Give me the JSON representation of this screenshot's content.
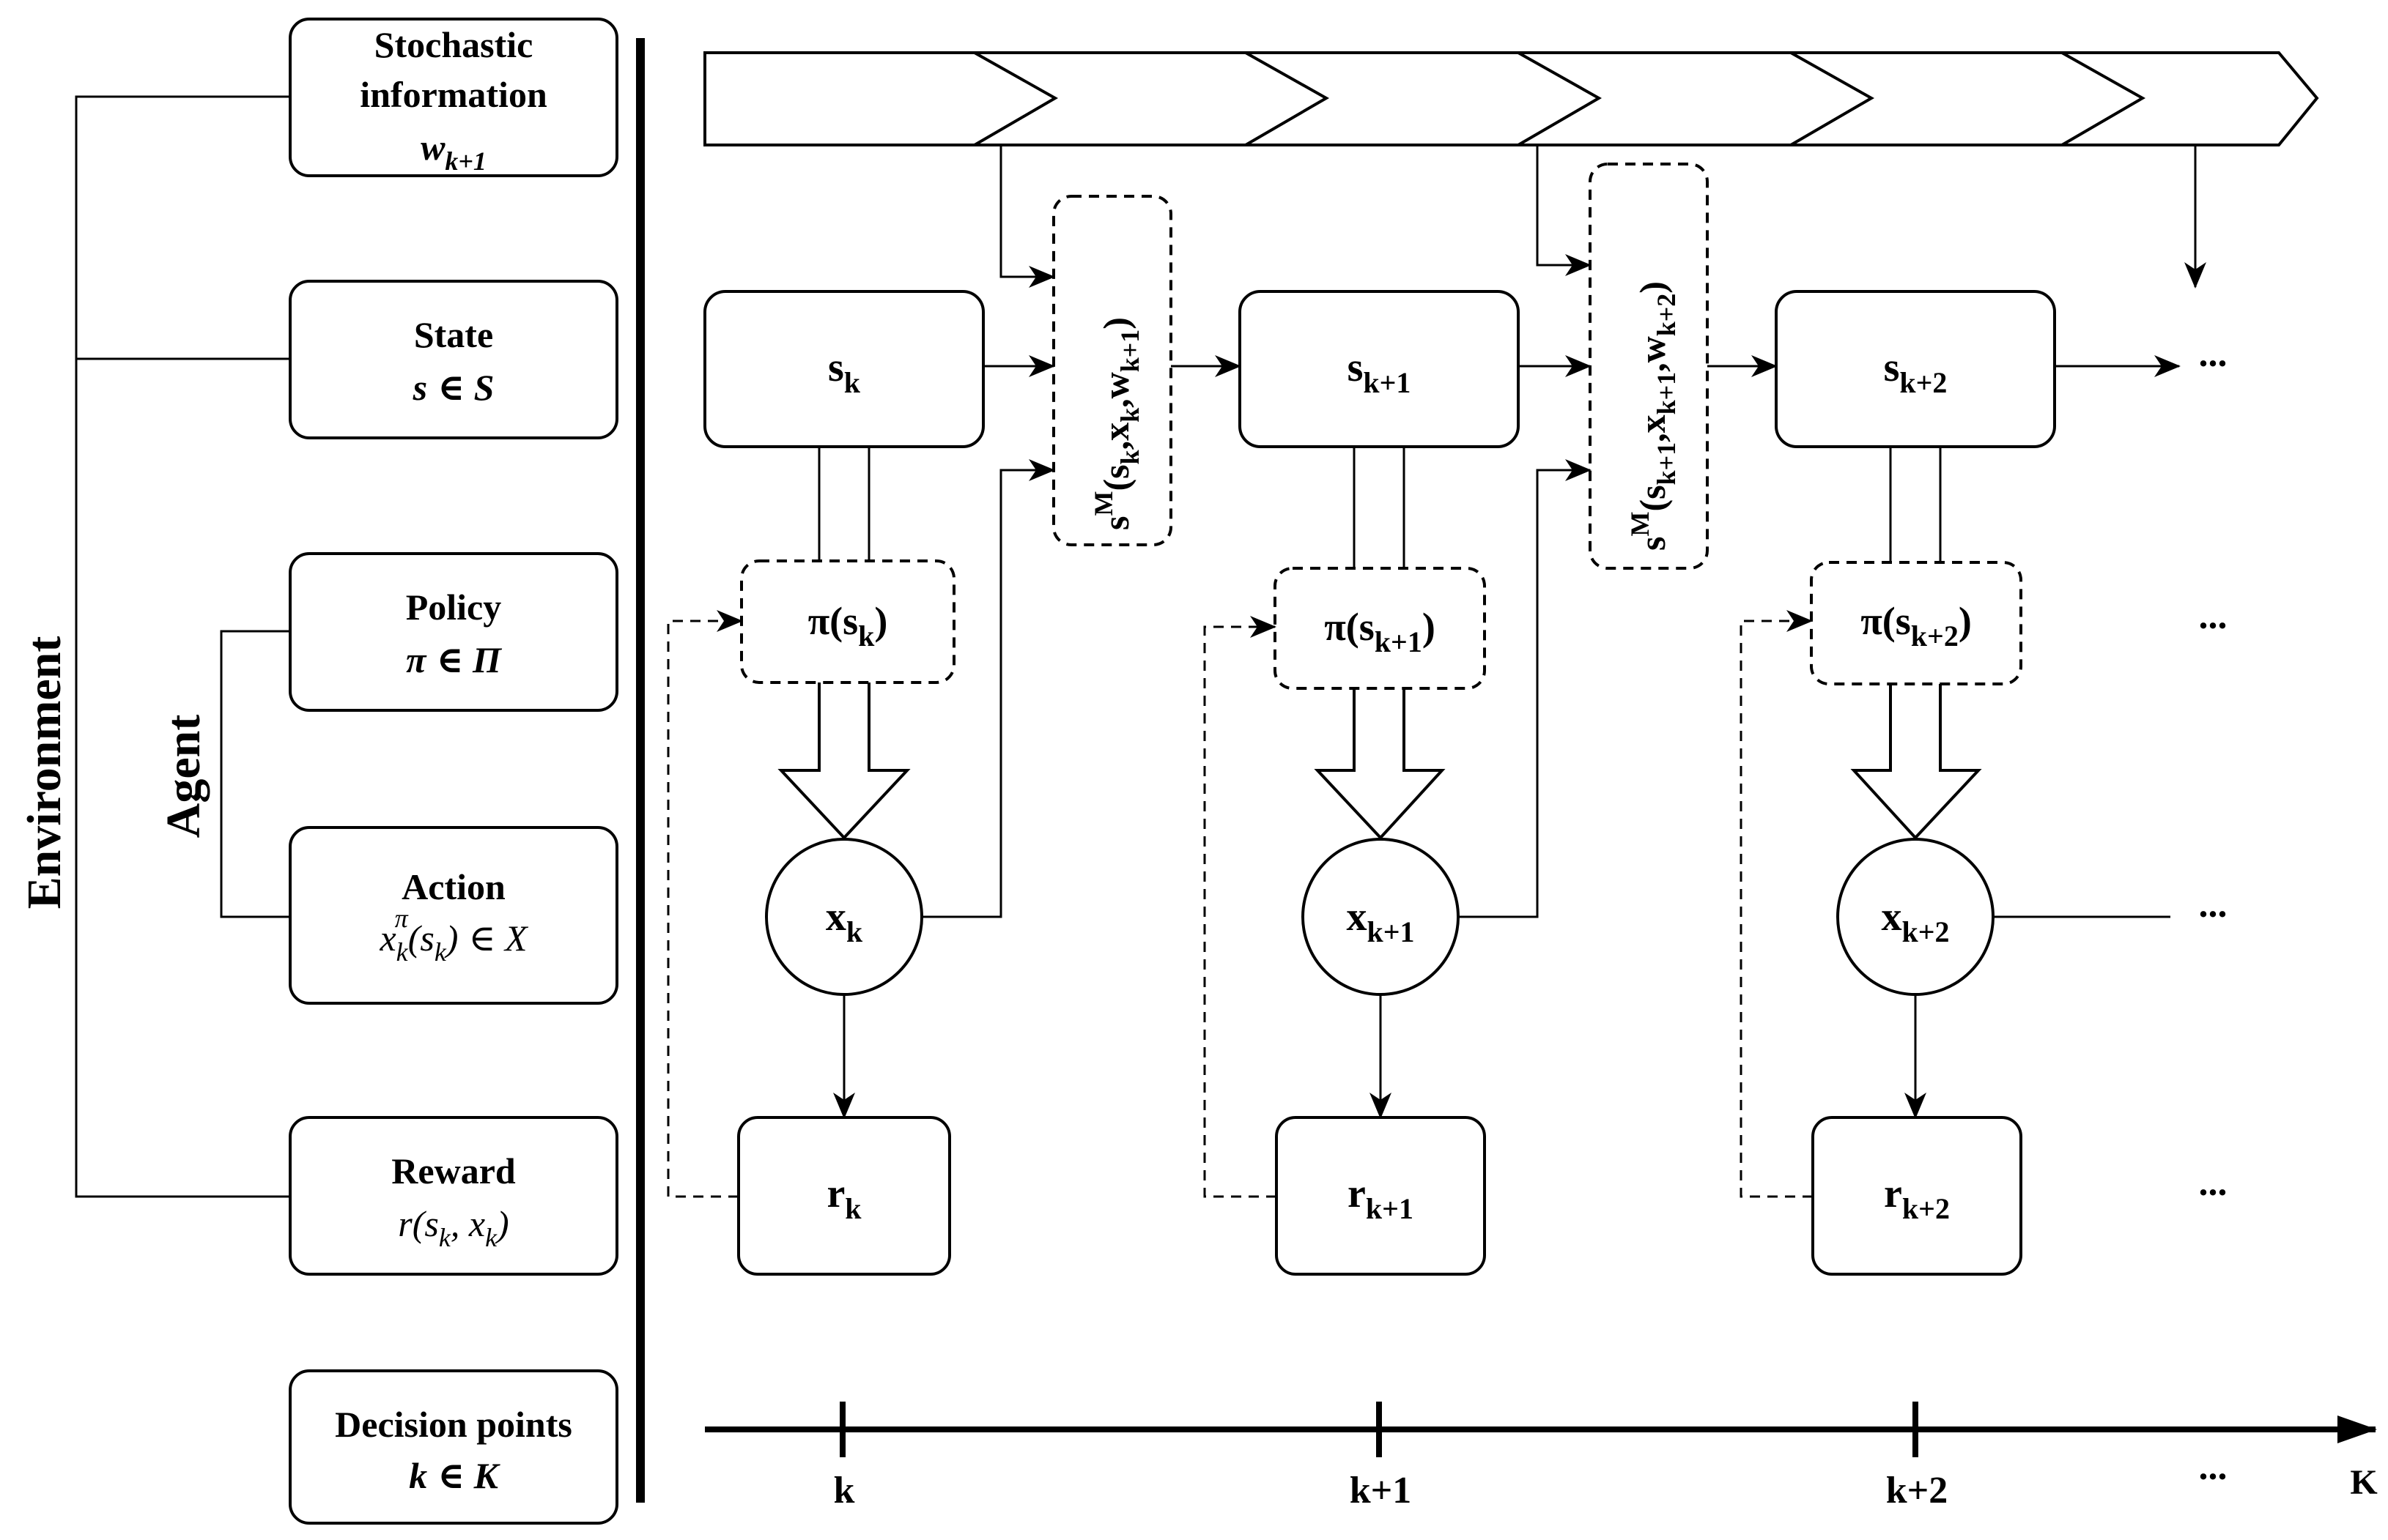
{
  "left_panel": {
    "environment_label": "Environment",
    "agent_label": "Agent",
    "stochastic": {
      "line1": "Stochastic",
      "line2": "information",
      "var_base": "w",
      "var_sub": "k+1"
    },
    "state": {
      "title": "State",
      "expr_var": "s",
      "expr_rest": "∈ S"
    },
    "policy": {
      "title": "Policy",
      "expr_var": "π",
      "expr_rest": "∈ Π"
    },
    "action": {
      "title": "Action",
      "base": "x",
      "sub": "k",
      "sup": "π",
      "arg_open": "(s",
      "arg_sub": "k",
      "arg_close": ")",
      "rest": "∈ X"
    },
    "reward": {
      "title": "Reward",
      "pre": "r(s",
      "sub1": "k",
      "mid": ", x",
      "sub2": "k",
      "post": ")"
    },
    "decision": {
      "title": "Decision points",
      "expr_var": "k",
      "expr_rest": "∈ K"
    }
  },
  "columns": [
    {
      "state_base": "s",
      "state_sub": "k",
      "policy_pre": "π(s",
      "policy_sub": "k",
      "policy_post": ")",
      "action_base": "x",
      "action_sub": "k",
      "reward_base": "r",
      "reward_sub": "k",
      "time_label": "k"
    },
    {
      "state_base": "s",
      "state_sub": "k+1",
      "policy_pre": "π(s",
      "policy_sub": "k+1",
      "policy_post": ")",
      "action_base": "x",
      "action_sub": "k+1",
      "reward_base": "r",
      "reward_sub": "k+1",
      "time_label": "k+1"
    },
    {
      "state_base": "s",
      "state_sub": "k+2",
      "policy_pre": "π(s",
      "policy_sub": "k+2",
      "policy_post": ")",
      "action_base": "x",
      "action_sub": "k+2",
      "reward_base": "r",
      "reward_sub": "k+2",
      "time_label": "k+2"
    }
  ],
  "transitions": [
    {
      "base": "s",
      "sup": "M",
      "open": "(s",
      "sub1": "k",
      "c1": ",x",
      "sub2": "k",
      "c2": ",w",
      "sub3": "k+1",
      "close": ")"
    },
    {
      "base": "s",
      "sup": "M",
      "open": "(s",
      "sub1": "k+1",
      "c1": ",x",
      "sub2": "k+1",
      "c2": ",w",
      "sub3": "k+2",
      "close": ")"
    }
  ],
  "ellipsis": "...",
  "axis_end_label": "K"
}
